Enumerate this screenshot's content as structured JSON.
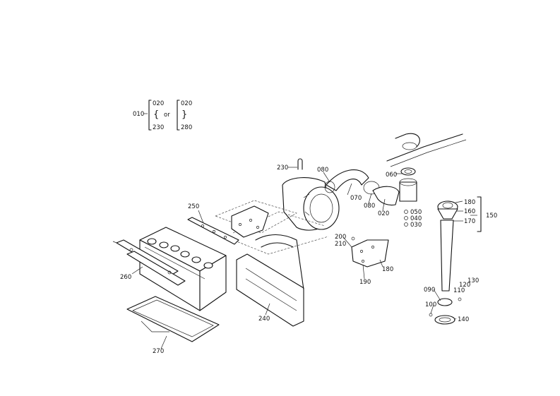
{
  "legend": {
    "main": "010",
    "group_a_top": "020",
    "group_a_bottom": "230",
    "or": "or",
    "group_b_top": "020",
    "group_b_bottom": "280"
  },
  "labels": [
    {
      "id": "l230",
      "text": "230"
    },
    {
      "id": "l080a",
      "text": "080"
    },
    {
      "id": "l070",
      "text": "070"
    },
    {
      "id": "l080b",
      "text": "080"
    },
    {
      "id": "l020",
      "text": "020"
    },
    {
      "id": "l060",
      "text": "060"
    },
    {
      "id": "l050",
      "text": "050"
    },
    {
      "id": "l040",
      "text": "040"
    },
    {
      "id": "l030",
      "text": "030"
    },
    {
      "id": "l180a",
      "text": "180"
    },
    {
      "id": "l160",
      "text": "160"
    },
    {
      "id": "l170",
      "text": "170"
    },
    {
      "id": "l150",
      "text": "150"
    },
    {
      "id": "l250",
      "text": "250"
    },
    {
      "id": "l200",
      "text": "200"
    },
    {
      "id": "l210",
      "text": "210"
    },
    {
      "id": "l180b",
      "text": "180"
    },
    {
      "id": "l190",
      "text": "190"
    },
    {
      "id": "l260",
      "text": "260"
    },
    {
      "id": "l240",
      "text": "240"
    },
    {
      "id": "l270",
      "text": "270"
    },
    {
      "id": "l090",
      "text": "090"
    },
    {
      "id": "l110",
      "text": "110"
    },
    {
      "id": "l120",
      "text": "120"
    },
    {
      "id": "l130",
      "text": "130"
    },
    {
      "id": "l100",
      "text": "100"
    },
    {
      "id": "l140",
      "text": "140"
    }
  ]
}
